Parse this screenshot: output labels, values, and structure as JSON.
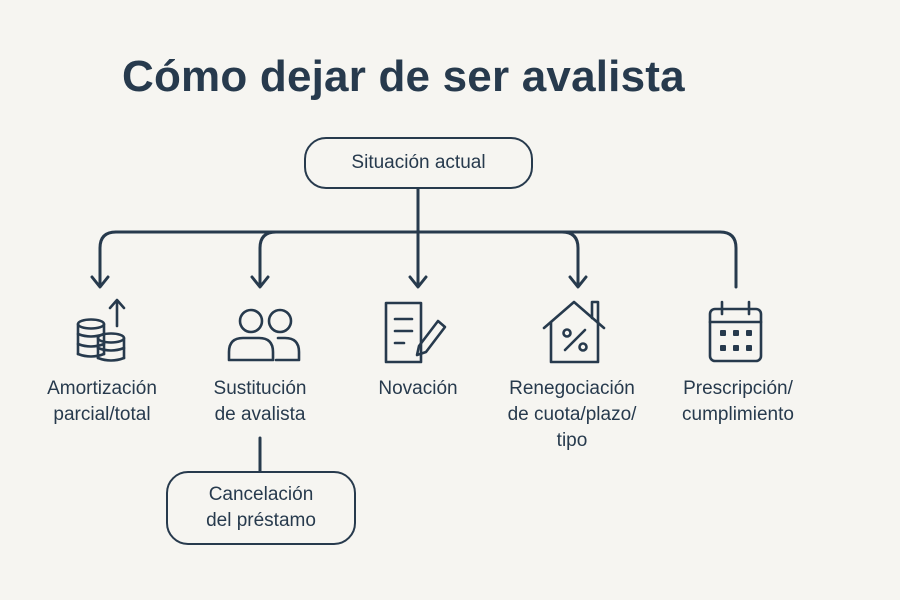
{
  "title": "Cómo dejar de ser avalista",
  "root": {
    "label": "Situación actual"
  },
  "options": [
    {
      "label_lines": [
        "Amortización",
        "parcial/total"
      ],
      "icon": "coins-up-icon"
    },
    {
      "label_lines": [
        "Sustitución",
        "de avalista"
      ],
      "icon": "people-icon"
    },
    {
      "label_lines": [
        "Novación"
      ],
      "icon": "document-pen-icon"
    },
    {
      "label_lines": [
        "Renegociación",
        "de cuota/plazo/",
        "tipo"
      ],
      "icon": "house-percent-icon"
    },
    {
      "label_lines": [
        "Prescripción/",
        "cumplimiento"
      ],
      "icon": "calendar-icon"
    }
  ],
  "sub_option": {
    "label_lines": [
      "Cancelación",
      "del préstamo"
    ]
  },
  "colors": {
    "ink": "#273a4d",
    "background": "#f6f5f1"
  }
}
